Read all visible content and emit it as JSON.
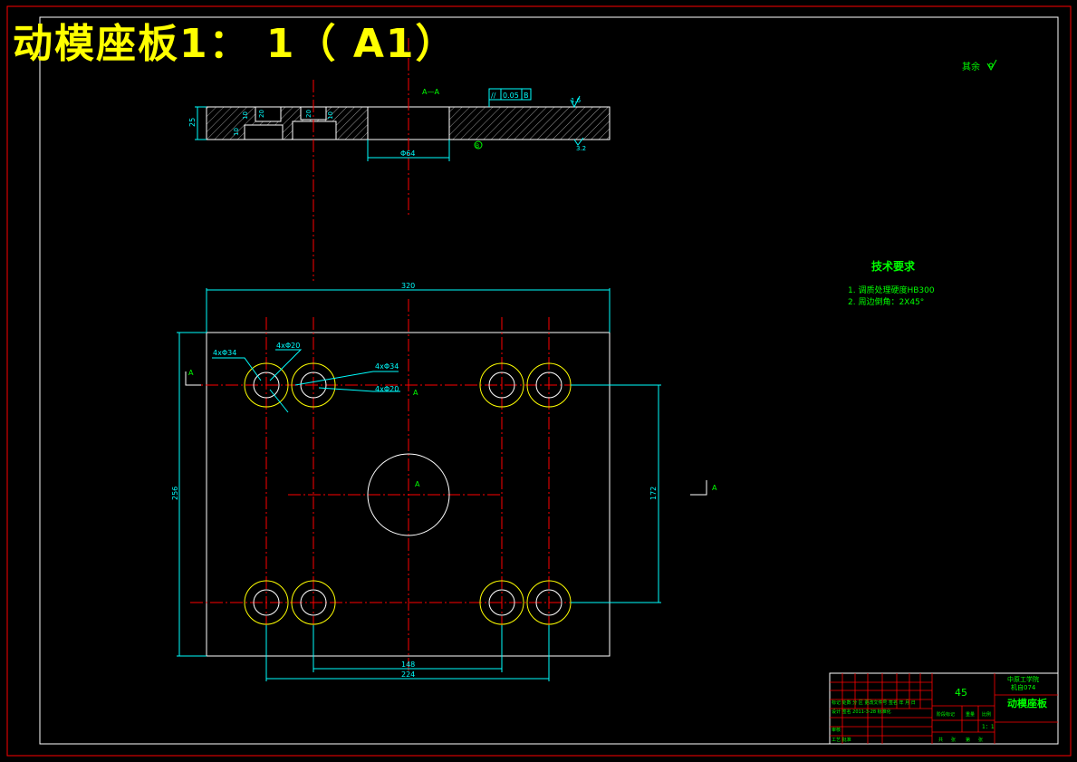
{
  "banner": {
    "title": "动模座板1： 1（ A1）"
  },
  "top_right_note": "其余",
  "section": {
    "label": "A—A",
    "thickness": "25",
    "bore_dia": "Φ64",
    "tolerance_frame": [
      "//",
      "0.05",
      "B"
    ],
    "datum": "B",
    "roughness_top": "1.6",
    "roughness_bottom": "3.2",
    "small_dims": [
      "20",
      "20",
      "10",
      "10",
      "10"
    ]
  },
  "plan": {
    "width": "320",
    "height": "256",
    "hole_pitch_y": "172",
    "hole_pitch_inner": "148",
    "hole_pitch_outer": "224",
    "callouts": [
      "4xΦ34",
      "4xΦ20",
      "4xΦ34",
      "4xΦ20"
    ],
    "section_mark": "A"
  },
  "tech": {
    "heading": "技术要求",
    "items": [
      "1.  调质处理硬度HB300",
      "2.  周边倒角：2X45°"
    ]
  },
  "title_block": {
    "material": "45",
    "school": "中原工学院",
    "school_sub": "机自074",
    "part_name": "动模座板",
    "scale": "1：1",
    "rows": [
      "标记 处数 分 区 更改文件号 签名 年 月 日",
      "设计 签名 2011-3-28 标准化",
      "审核",
      "工艺 批准"
    ],
    "labels": [
      "阶段标记",
      "重量",
      "比例",
      "共",
      "张",
      "第",
      "张"
    ]
  },
  "colors": {
    "centerline": "#ff0000",
    "dimension": "#00ffff",
    "outline": "#ffffff",
    "holes": "#ffff00",
    "text": "#00ff00",
    "title": "#ffff00"
  }
}
